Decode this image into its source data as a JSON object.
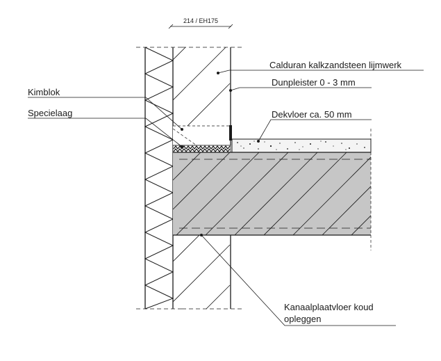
{
  "drawing_code": "214 / EH175",
  "labels": {
    "calduran": "Calduran kalkzandsteen lijmwerk",
    "dunpleister": "Dunpleister 0 - 3 mm",
    "kimblok": "Kimblok",
    "specielaag": "Specielaag",
    "dekvloer": "Dekvloer ca. 50 mm",
    "kanaalplaat_line1": "Kanaalplaatvloer koud",
    "kanaalplaat_line2": "opleggen"
  },
  "colors": {
    "line": "#1a1a1a",
    "slab_fill": "#c6c6c6",
    "screed_fill": "#f4f4f4"
  }
}
